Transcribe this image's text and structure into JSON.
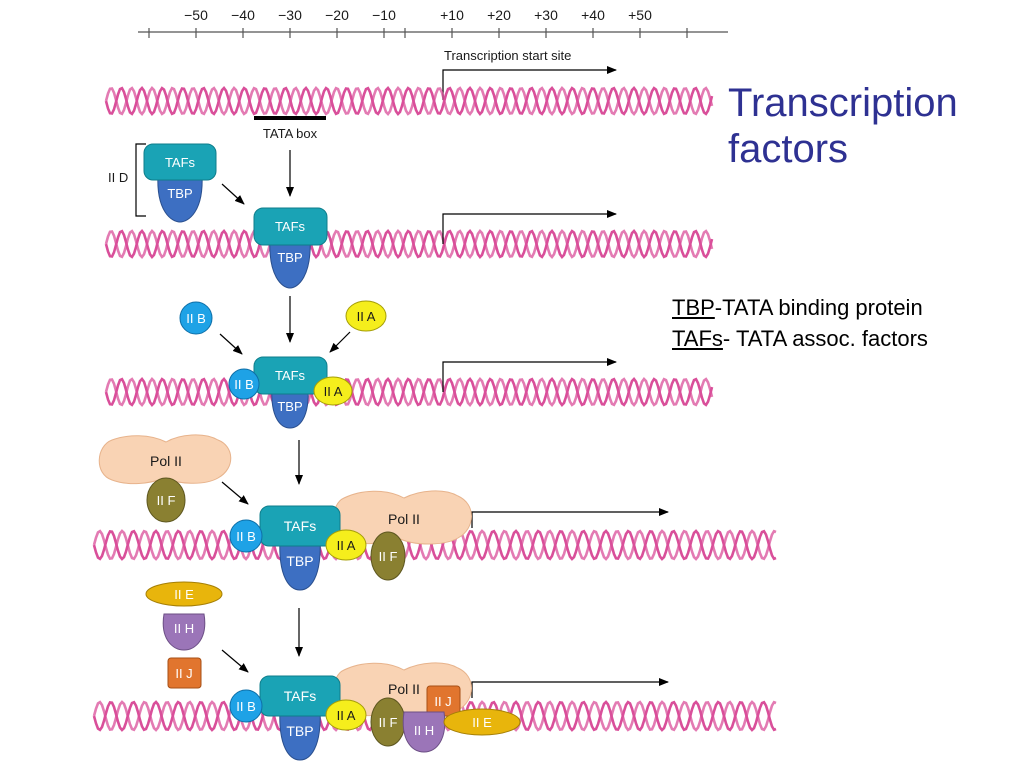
{
  "title": {
    "line1": "Transcription",
    "line2": "factors"
  },
  "legend": [
    {
      "abbr": "TBP",
      "rest": "-TATA binding protein"
    },
    {
      "abbr": "TAFs",
      "rest": "- TATA assoc. factors"
    }
  ],
  "ruler": {
    "minus_ticks": [
      "−50",
      "−40",
      "−30",
      "−20",
      "−10"
    ],
    "plus_ticks": [
      "+10",
      "+20",
      "+30",
      "+40",
      "+50"
    ]
  },
  "start_site": "Transcription start site",
  "tata_box": "TATA box",
  "iid_bracket": "II D",
  "proteins": {
    "tafs": "TAFs",
    "tbp": "TBP",
    "iib": "II B",
    "iia": "II A",
    "pol2": "Pol II",
    "iif": "II F",
    "iie": "II E",
    "iih": "II H",
    "iij": "II J"
  },
  "colors": {
    "dna": "#d94f9a",
    "tafs": "#1aa3b5",
    "tbp": "#3d6fc2",
    "iib": "#1ea2e6",
    "iia": "#f5ee1c",
    "pol2": "#f9d3b4",
    "iif": "#8a8031",
    "iie": "#e8b50c",
    "iih": "#9b75b8",
    "iij": "#e1752e",
    "title": "#2e3192"
  }
}
